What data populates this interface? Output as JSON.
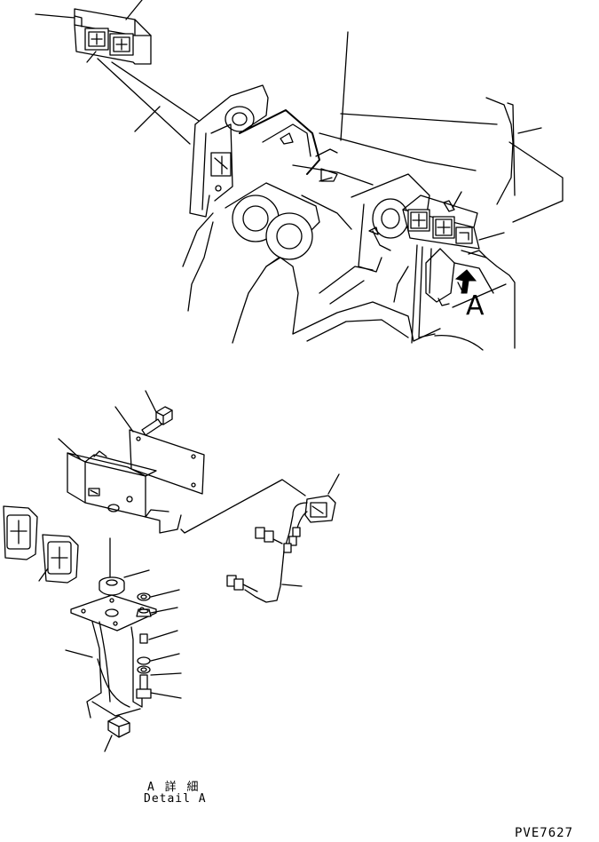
{
  "caption": {
    "line1": "A 詳 細",
    "line2": "Detail A"
  },
  "view_marker": "A",
  "drawing_number": "PVE7627"
}
